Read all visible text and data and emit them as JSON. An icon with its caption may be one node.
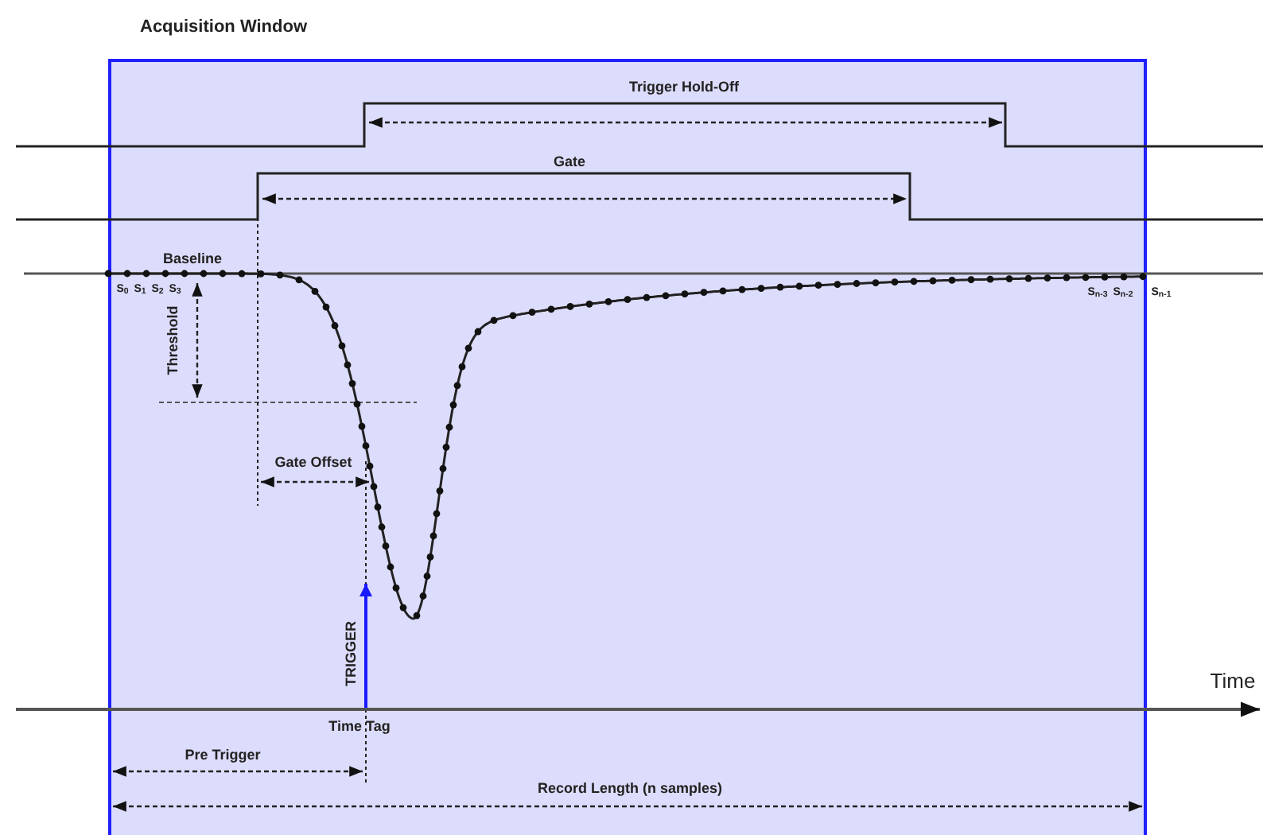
{
  "diagram": {
    "nodes": [
      {
        "text": [
          "Acquisition Window"
        ]
      }
    ],
    "labels": [
      "Trigger Hold-Off",
      "Gate",
      "Baseline",
      "S$_{0}$",
      "S$_{1}$",
      "S$_{2}$",
      "S$_{3}$",
      "S$_{n-3}$",
      "S$_{n-2}$",
      "S$_{n-1}$",
      "Threshold",
      "Gate Offset",
      "TRIGGER",
      "Time",
      "Time Tag",
      "Pre Trigger",
      "Record Length (n samples)"
    ]
  }
}
